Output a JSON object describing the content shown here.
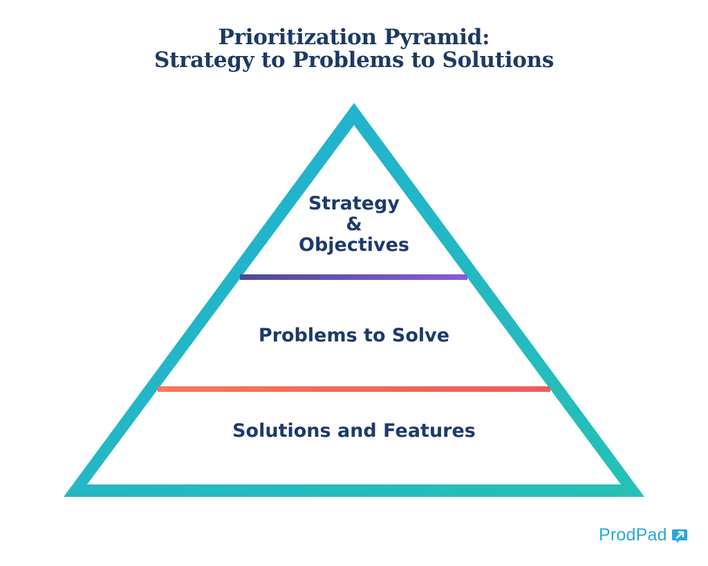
{
  "title": {
    "line1": "Prioritization Pyramid:",
    "line2": "Strategy to Problems to Solutions"
  },
  "pyramid": {
    "levels": [
      {
        "line1": "Strategy",
        "line2": "&",
        "line3": "Objectives",
        "divider_colors": [
          "#4b4a9b",
          "#8a5ad6"
        ]
      },
      {
        "label": "Problems to Solve",
        "divider_colors": [
          "#f27a55",
          "#f05a5a"
        ]
      },
      {
        "label": "Solutions and Features"
      }
    ],
    "outline_colors": [
      "#23b0d3",
      "#25c0b7"
    ]
  },
  "brand": {
    "name": "ProdPad",
    "icon": "prodpad-arrow-icon",
    "color": "#2aa7d8"
  }
}
